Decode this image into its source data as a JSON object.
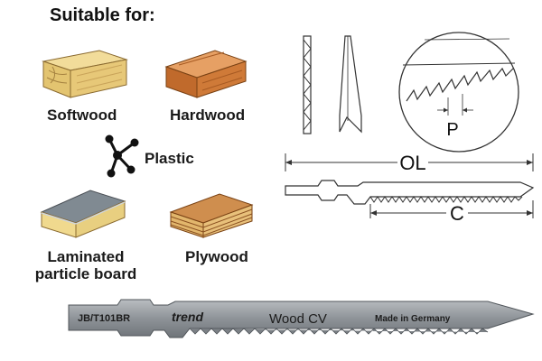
{
  "heading": "Suitable for:",
  "materials": [
    {
      "name": "Softwood",
      "icon": "softwood-block-icon"
    },
    {
      "name": "Hardwood",
      "icon": "hardwood-block-icon"
    },
    {
      "name": "Plastic",
      "icon": "plastic-molecule-icon"
    },
    {
      "name_line1": "Laminated",
      "name_line2": "particle board",
      "icon": "laminated-board-icon"
    },
    {
      "name": "Plywood",
      "icon": "plywood-block-icon"
    }
  ],
  "diagram_labels": {
    "pitch": "P",
    "overall_length": "OL",
    "cutting_length": "C"
  },
  "blade": {
    "code": "JB/T101BR",
    "brand": "trend",
    "material": "Wood CV",
    "origin": "Made in Germany"
  },
  "colors": {
    "softwood": "#e9cf86",
    "hardwood": "#d98c4a",
    "laminate_top": "#7f8a92",
    "board_side": "#eed88c",
    "plywood": "#c98a4a",
    "blade_grey": "#8d9297",
    "blade_text": "#1c1c1c"
  }
}
